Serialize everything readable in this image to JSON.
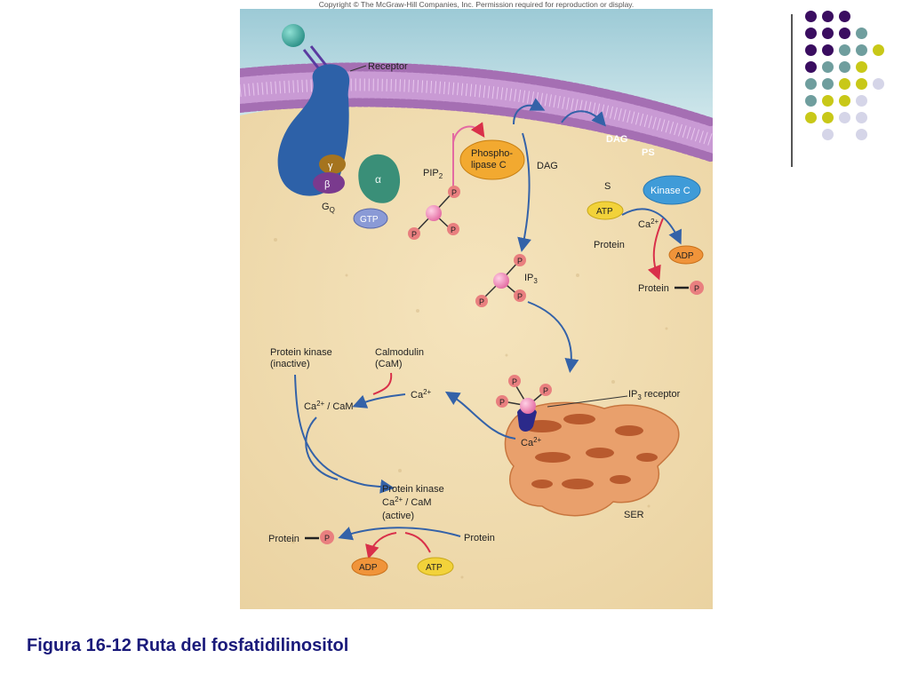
{
  "copyright": "Copyright © The McGraw-Hill Companies, Inc. Permission required for reproduction or display.",
  "caption": "Figura 16-12 Ruta del fosfatidilinositol",
  "labels": {
    "receptor": "Receptor",
    "gamma": "γ",
    "beta": "β",
    "alpha": "α",
    "gq_main": "G",
    "gq_sub": "Q",
    "gtp": "GTP",
    "pip_main": "PIP",
    "pip_sub": "2",
    "plc_line1": "Phospho-",
    "plc_line2": "lipase C",
    "dag_mem": "DAG",
    "ps": "PS",
    "dag": "DAG",
    "s": "S",
    "kinase_c": "Kinase C",
    "atp": "ATP",
    "ca2_main": "Ca",
    "ca2_sup": "2+",
    "protein": "Protein",
    "adp": "ADP",
    "protein_p": "Protein",
    "p": "P",
    "ip3_main": "IP",
    "ip3_sub": "3",
    "pk_inactive_1": "Protein kinase",
    "pk_inactive_2": "(inactive)",
    "calmodulin_1": "Calmodulin",
    "calmodulin_2": "(CaM)",
    "ca_cam_tail": " / CaM",
    "ip3_receptor": " receptor",
    "ser": "SER",
    "pk_active_1": "Protein kinase",
    "pk_active_3": "(active)",
    "protein_left": "Protein",
    "protein_right": "Protein",
    "adp2": "ADP",
    "atp2": "ATP"
  },
  "colors": {
    "title": "#1a1a7a",
    "membrane": "#b47cc0",
    "cytoplasm": "#f1dcb0",
    "receptor": "#2d61a8",
    "plc": "#f2a930",
    "kinase_c": "#3f9bd8",
    "phosphate": "#e97f7f",
    "ser": "#e9a06c",
    "arrow_blue": "#3462a8",
    "arrow_red": "#d9304a"
  },
  "dot_grid": [
    [
      "#3a0d60",
      "#3a0d60",
      "#3a0d60",
      "none",
      "none"
    ],
    [
      "#3a0d60",
      "#3a0d60",
      "#3a0d60",
      "#6f9e9e",
      "none"
    ],
    [
      "#3a0d60",
      "#3a0d60",
      "#6f9e9e",
      "#6f9e9e",
      "#c8c818"
    ],
    [
      "#3a0d60",
      "#6f9e9e",
      "#6f9e9e",
      "#c8c818",
      "none"
    ],
    [
      "#6f9e9e",
      "#6f9e9e",
      "#c8c818",
      "#c8c818",
      "#d5d5e8"
    ],
    [
      "#6f9e9e",
      "#c8c818",
      "#c8c818",
      "#d5d5e8",
      "none"
    ],
    [
      "#c8c818",
      "#c8c818",
      "#d5d5e8",
      "#d5d5e8",
      "none"
    ],
    [
      "none",
      "#d5d5e8",
      "none",
      "#d5d5e8",
      "none"
    ]
  ]
}
